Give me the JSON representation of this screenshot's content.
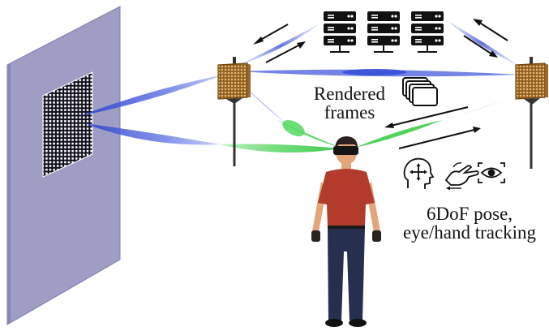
{
  "labels": {
    "rendered_frames": [
      "Rendered",
      "frames"
    ],
    "pose_tracking": [
      "6DoF pose,",
      "eye/hand tracking"
    ]
  },
  "colors": {
    "wall": "#9e9ec4",
    "wall_edge": "#7f7fae",
    "beam_blue": "#3f55d8",
    "beam_green": "#3dcf4a",
    "access_point": "#c99650",
    "shirt": "#b23b2b",
    "pants": "#262f4d",
    "arrow": "#111111"
  },
  "icons": [
    "server-icon",
    "server-icon",
    "server-icon",
    "head-movement-icon",
    "hand-gesture-icon",
    "eye-icon",
    "frames-stack-icon"
  ]
}
